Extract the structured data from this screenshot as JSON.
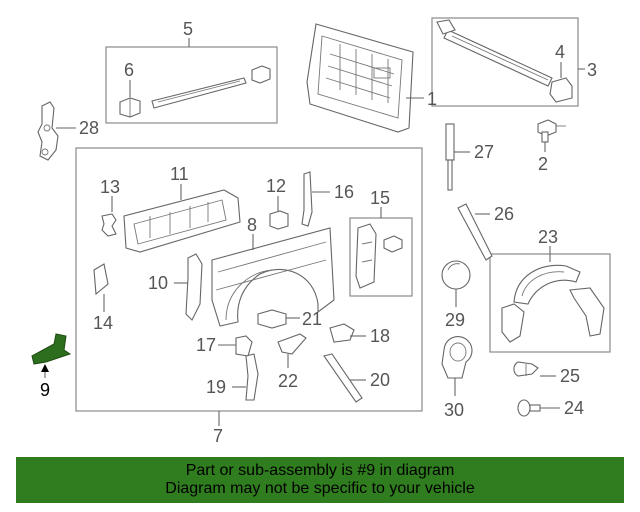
{
  "callouts": {
    "c1": "1",
    "c2": "2",
    "c3": "3",
    "c4": "4",
    "c5": "5",
    "c6": "6",
    "c7": "7",
    "c8": "8",
    "c9": "9",
    "c10": "10",
    "c11": "11",
    "c12": "12",
    "c13": "13",
    "c14": "14",
    "c15": "15",
    "c16": "16",
    "c17": "17",
    "c18": "18",
    "c19": "19",
    "c20": "20",
    "c21": "21",
    "c22": "22",
    "c23": "23",
    "c24": "24",
    "c25": "25",
    "c26": "26",
    "c27": "27",
    "c28": "28",
    "c29": "29",
    "c30": "30"
  },
  "highlighted_part": "9",
  "colors": {
    "highlight_part": "#2d6e1e",
    "banner_background": "#2f7d1f",
    "line_gray": "#777777",
    "callout_gray": "#555555"
  },
  "banner": {
    "line1": "Part or sub-assembly is #9 in diagram",
    "line2": "Diagram may not be specific to your vehicle"
  }
}
